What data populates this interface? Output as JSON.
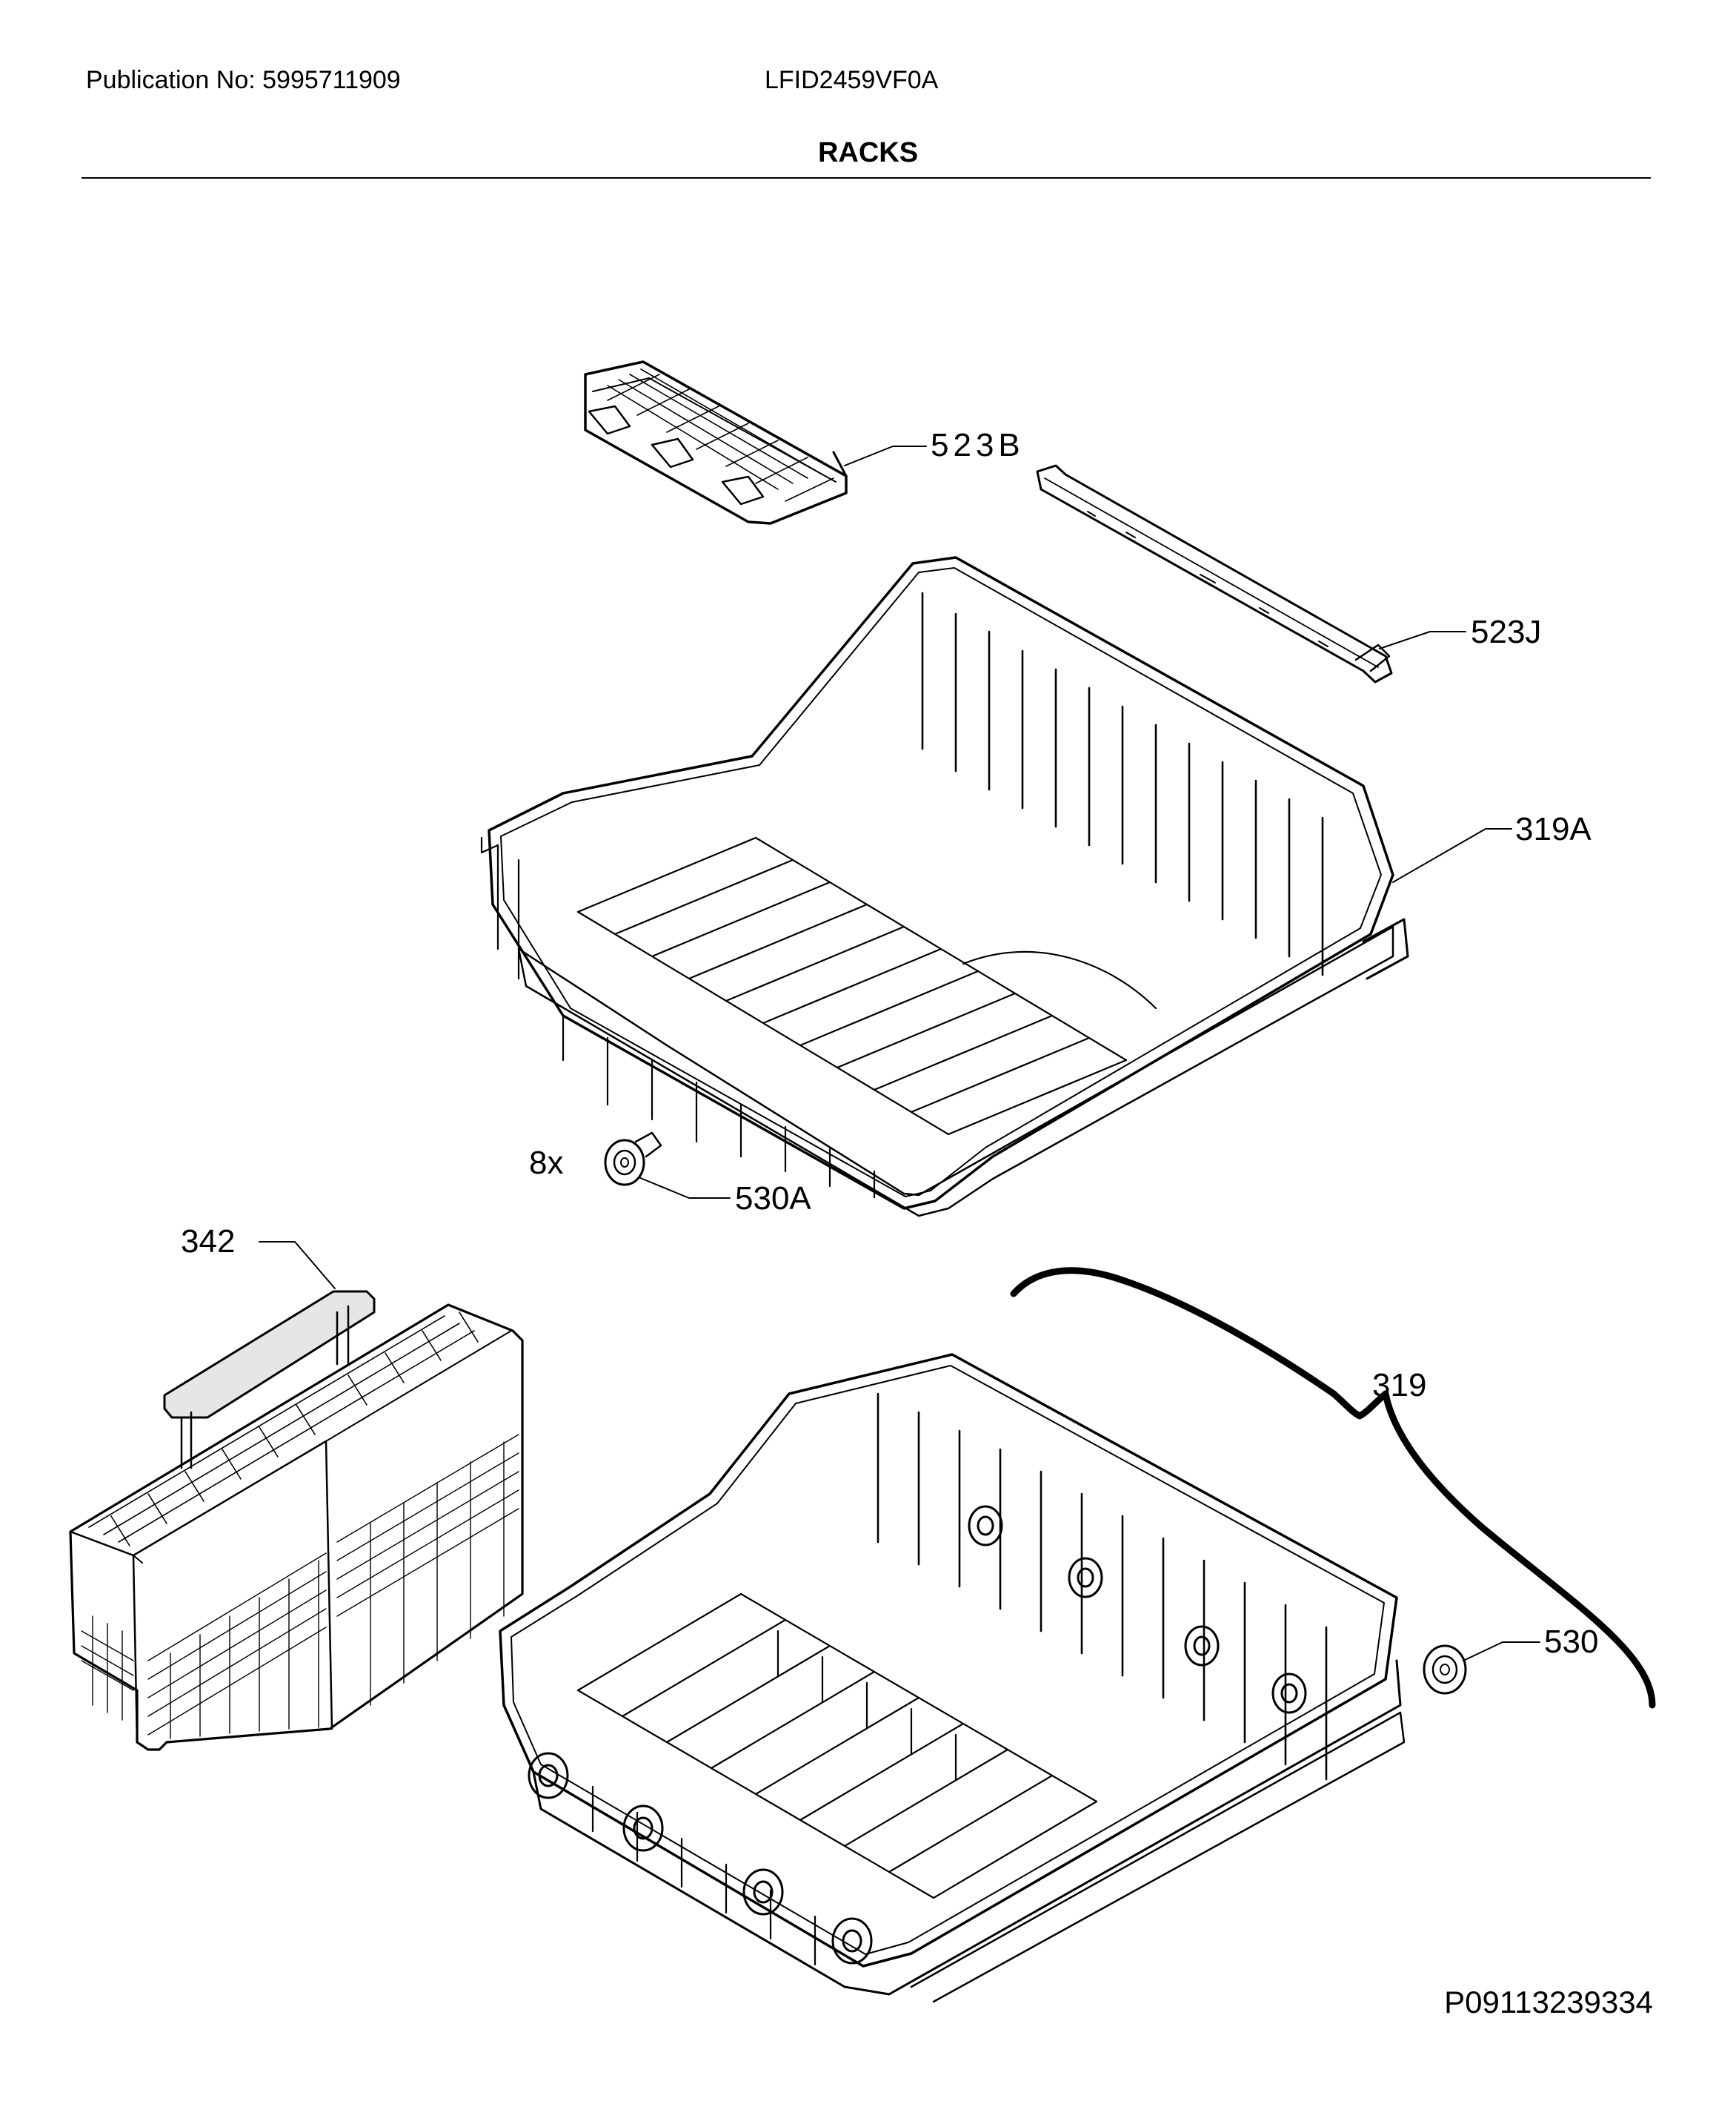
{
  "header": {
    "publication": "Publication No: 5995711909",
    "model": "LFID2459VF0A",
    "section": "RACKS"
  },
  "callouts": {
    "p523B": "523B",
    "p523J": "523J",
    "p319A": "319A",
    "qty8x": "8x",
    "p530A": "530A",
    "p342": "342",
    "p319": "319",
    "p530": "530"
  },
  "footer": {
    "code": "P09113239334"
  },
  "colors": {
    "ink": "#000000",
    "background": "#ffffff",
    "basket_lid": "#e6e6e6"
  }
}
